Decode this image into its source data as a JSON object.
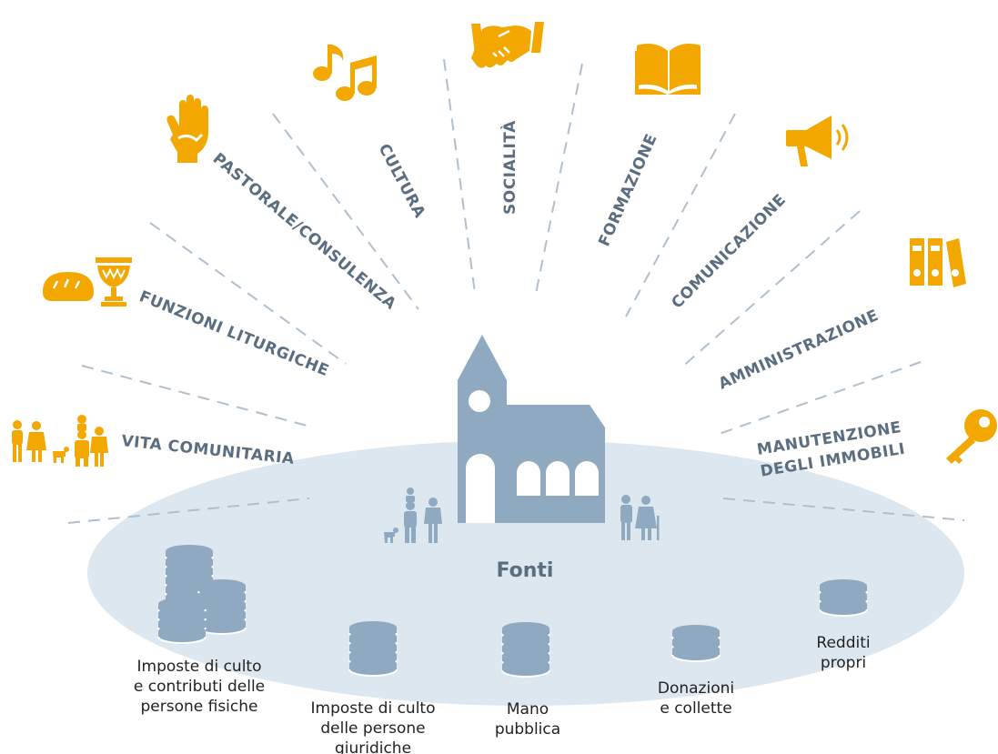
{
  "center": {
    "label": "Fonti"
  },
  "colors": {
    "accent": "#f2a800",
    "slate": "#5a6e80",
    "ellipse": "#dde7f0",
    "church": "#8fa9c0",
    "coin": "#8fa9c0",
    "ray": "#aebfcf"
  },
  "activities": [
    {
      "label": "VITA COMUNITARIA",
      "icon": "family-icon"
    },
    {
      "label": "FUNZIONI LITURGICHE",
      "icon": "bread-chalice-icon"
    },
    {
      "label": "PASTORALE/CONSULENZA",
      "icon": "helping-hand-icon"
    },
    {
      "label": "CULTURA",
      "icon": "music-notes-icon"
    },
    {
      "label": "SOCIALITÀ",
      "icon": "handshake-icon"
    },
    {
      "label": "FORMAZIONE",
      "icon": "open-book-icon"
    },
    {
      "label": "COMUNICAZIONE",
      "icon": "megaphone-icon"
    },
    {
      "label": "AMMINISTRAZIONE",
      "icon": "binders-icon"
    },
    {
      "label_lines": [
        "MANUTENZIONE",
        "DEGLI IMMOBILI"
      ],
      "icon": "key-icon"
    }
  ],
  "sources": [
    {
      "lines": [
        "Imposte di culto",
        "e contributi delle",
        "persone fisiche"
      ],
      "icon": "coin-stacks-icon"
    },
    {
      "lines": [
        "Imposte di culto",
        "delle persone",
        "giuridiche"
      ],
      "icon": "coin-stack-icon"
    },
    {
      "lines": [
        "Mano",
        "pubblica"
      ],
      "icon": "coin-stack-icon"
    },
    {
      "lines": [
        "Donazioni",
        "e collette"
      ],
      "icon": "coin-stack-icon"
    },
    {
      "lines": [
        "Redditi",
        "propri"
      ],
      "icon": "coin-stack-icon"
    }
  ]
}
